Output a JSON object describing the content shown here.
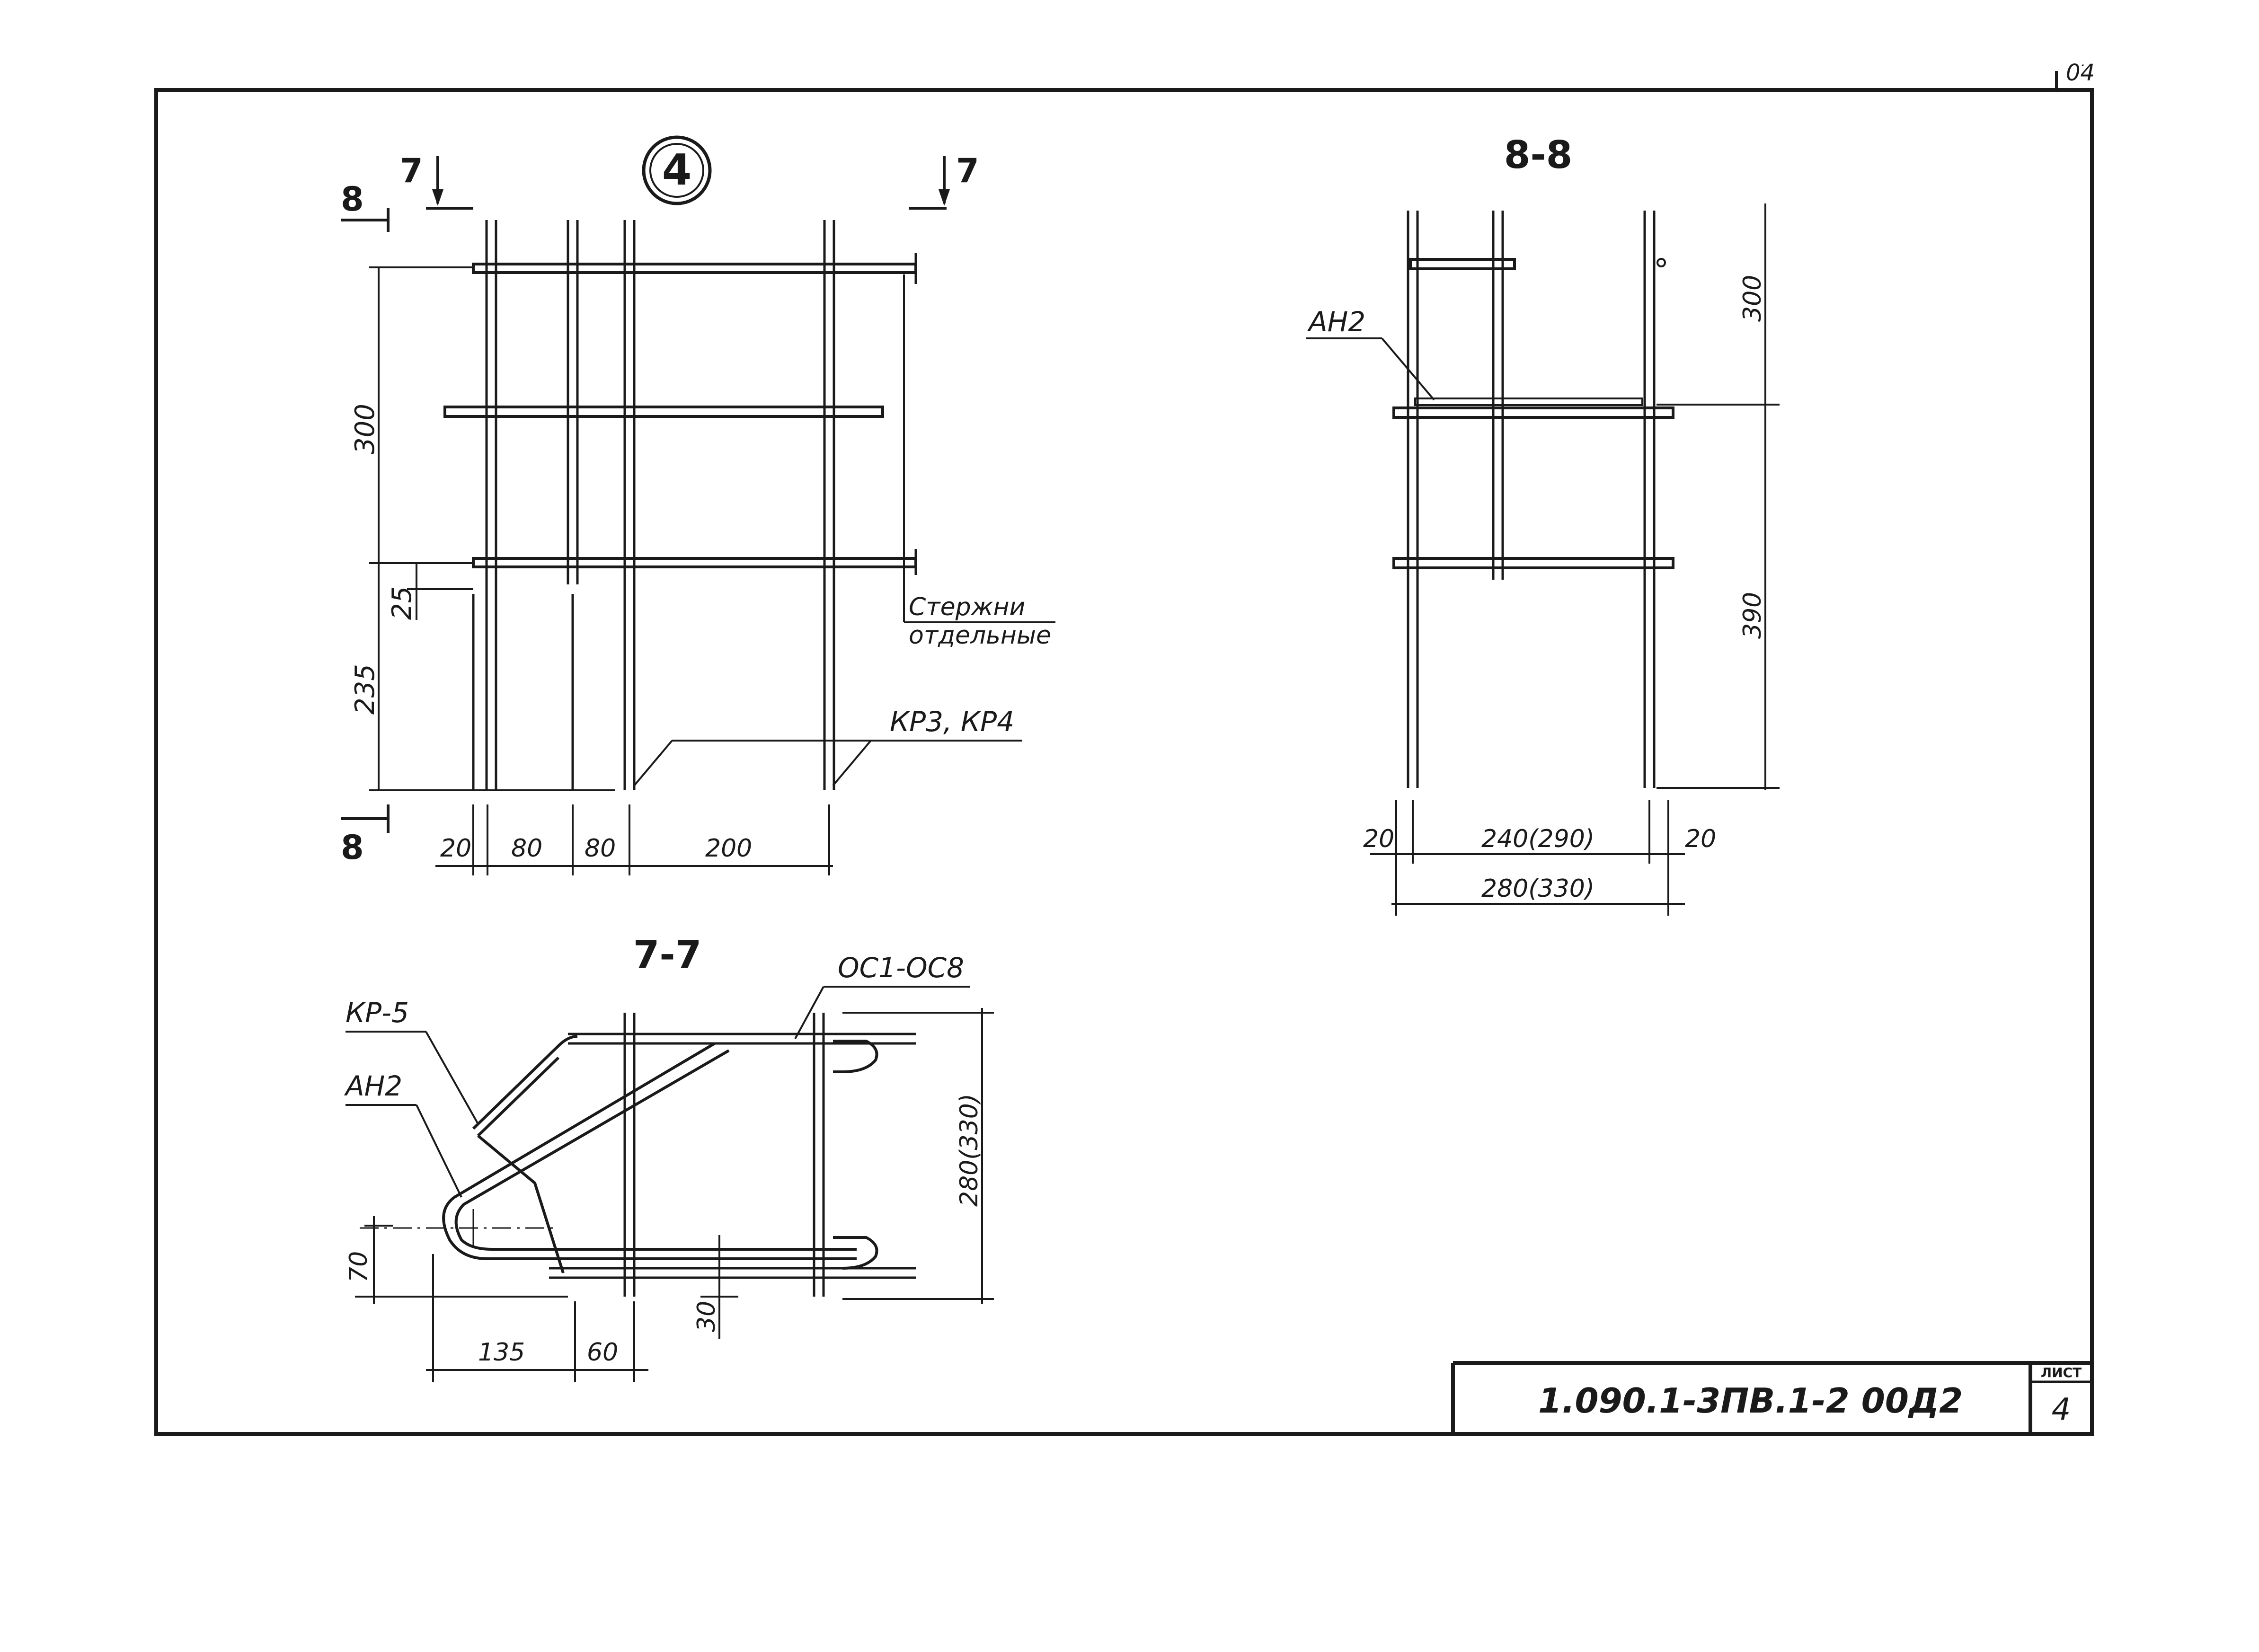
{
  "drawing": {
    "corner_mark": "ׁ04",
    "view_main": {
      "node_number": "4",
      "section_7_left": "7",
      "section_7_right": "7",
      "section_8_top": "8",
      "section_8_bottom": "8",
      "dims_vertical": [
        "300",
        "25",
        "235"
      ],
      "dims_horizontal": [
        "20",
        "80",
        "80",
        "200"
      ],
      "note_bars": "Стержни отдельные",
      "note_bars_line1": "Стержни",
      "note_bars_line2": "отдельные",
      "label_kr": "КР3, КР4"
    },
    "view_88": {
      "title": "8-8",
      "label_an": "АН2",
      "dims_vertical": [
        "300",
        "390"
      ],
      "dims_horizontal": [
        "20",
        "240(290)",
        "20",
        "280(330)"
      ]
    },
    "view_77": {
      "title": "7-7",
      "label_kr5": "КР-5",
      "label_an": "АН2",
      "label_oc": "ОС1-ОС8",
      "dims_vertical": [
        "280(330)",
        "70",
        "30"
      ],
      "dims_horizontal": [
        "135",
        "60"
      ]
    }
  },
  "title_block": {
    "code": "1.090.1-3ПВ.1-2   00Д2",
    "sheet_label": "ЛИСТ",
    "sheet_number": "4"
  }
}
